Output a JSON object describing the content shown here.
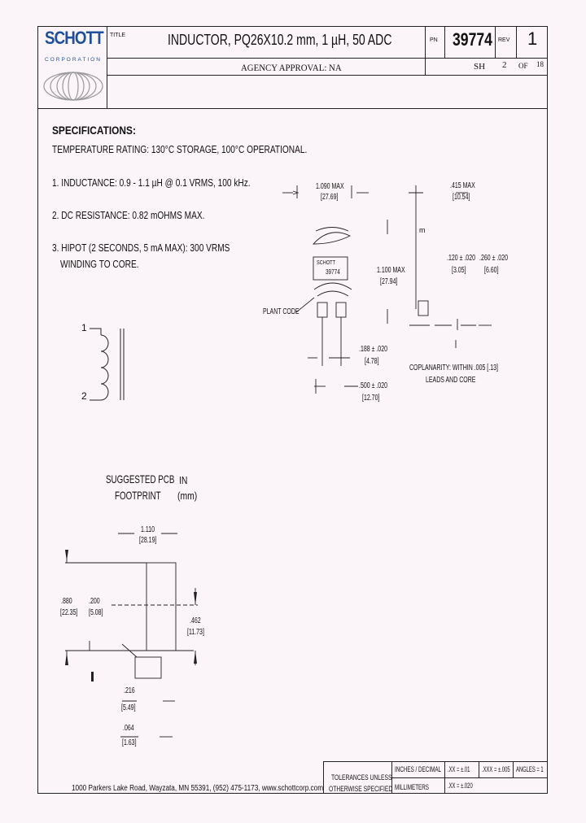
{
  "logo": {
    "name": "SCHOTT",
    "sub": "CORPORATION"
  },
  "title_block": {
    "title_label": "TITLE",
    "title": "INDUCTOR, PQ26X10.2 mm, 1 µH, 50 ADC",
    "pn_label": "PN",
    "pn": "39774",
    "rev_label": "REV",
    "rev": "1",
    "agency": "AGENCY APPROVAL:  NA",
    "sheet_label": "SH",
    "sheet": "2",
    "of_label": "OF",
    "of": "18"
  },
  "specs": {
    "heading": "SPECIFICATIONS:",
    "temp": "TEMPERATURE RATING: 130°C STORAGE, 100°C OPERATIONAL.",
    "item1": "1. INDUCTANCE: 0.9 - 1.1 µH @ 0.1 VRMS, 100 kHz.",
    "item2": "2. DC RESISTANCE:  0.82 mOHMS MAX.",
    "item3a": "3. HIPOT (2 SECONDS, 5 mA MAX): 300 VRMS",
    "item3b": "WINDING TO CORE."
  },
  "schematic": {
    "pin1": "1",
    "pin2": "2"
  },
  "dims": {
    "width_max": "1.090 MAX",
    "width_max_mm": "[27.69]",
    "height_max": "1.100 MAX",
    "height_max_mm": "[27.94]",
    "depth_max": ".415 MAX",
    "depth_max_mm": "[10.54]",
    "lead_a": ".120 ± .020",
    "lead_a_mm": "[3.05]",
    "lead_b": ".260 ± .020",
    "lead_b_mm": "[6.60]",
    "pin_sp": ".188 ± .020",
    "pin_sp_mm": "[4.78]",
    "pin_len": ".500 ± .020",
    "pin_len_mm": "[12.70]",
    "part_label": "SCHOTT",
    "part_code": "39774",
    "plant_code": "PLANT CODE",
    "coplanarity_a": "COPLANARITY: WITHIN .005 [.13]",
    "coplanarity_b": "LEADS AND CORE",
    "m_mark": "m"
  },
  "pcb": {
    "title_a": "SUGGESTED PCB",
    "title_b": "FOOTPRINT",
    "unit_a": "IN",
    "unit_b": "(mm)",
    "w": "1.110",
    "w_mm": "[28.19]",
    "h1": ".880",
    "h1_mm": "[22.35]",
    "h2": ".200",
    "h2_mm": "[5.08]",
    "h3": ".462",
    "h3_mm": "[11.73]",
    "pad_sp": ".216",
    "pad_sp_mm": "[5.49]",
    "pad_w": ".064",
    "pad_w_mm": "[1.63]"
  },
  "tolerances": {
    "label_a": "TOLERANCES UNLESS",
    "label_b": "OTHERWISE SPECIFIED",
    "inches": "INCHES / DECIMAL",
    "mm": "MILLIMETERS",
    "xx": ".XX = ±.01",
    "xxx": ".XXX = ±.005",
    "angles": "ANGLES = 1",
    "mm_tol": ".XX = ±.020"
  },
  "footer": {
    "address": "1000 Parkers Lake Road, Wayzata, MN 55391, (952) 475-1173, www.schottcorp.com"
  }
}
